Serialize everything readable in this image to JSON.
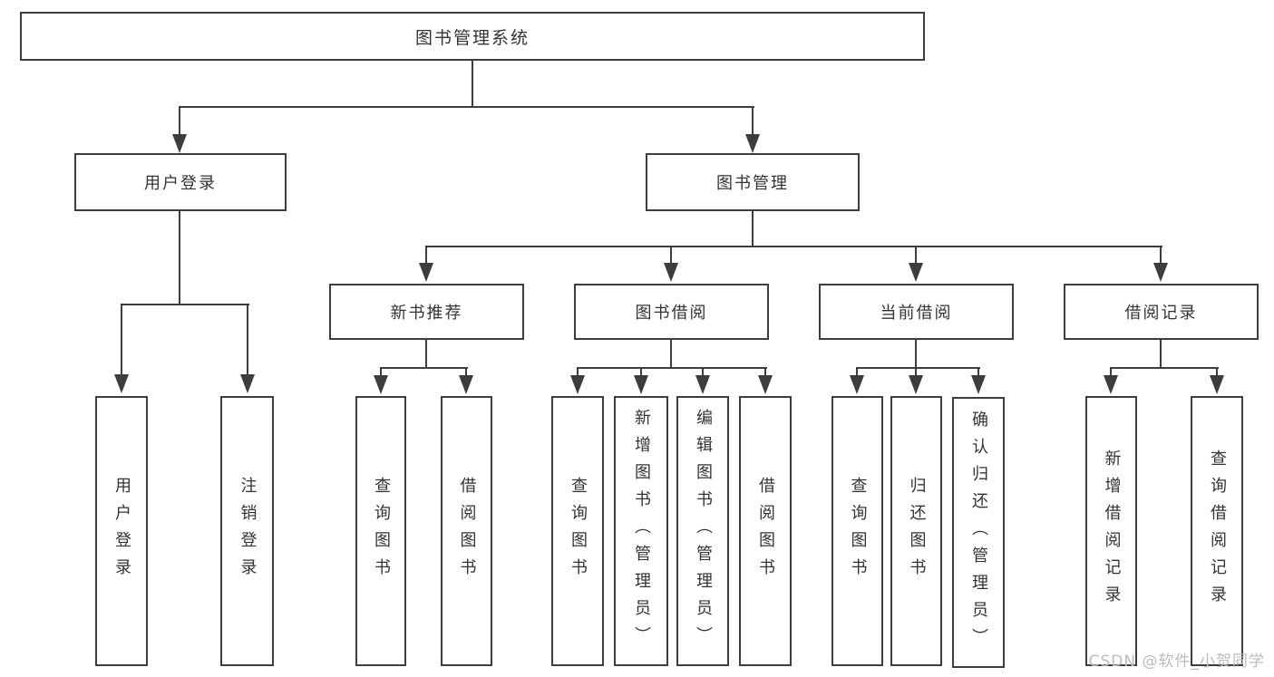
{
  "tree": {
    "root": "图书管理系统",
    "branches": [
      {
        "label": "用户登录",
        "children": [
          "用户登录",
          "注销登录"
        ]
      },
      {
        "label": "图书管理",
        "groups": [
          {
            "label": "新书推荐",
            "children": [
              "查询图书",
              "借阅图书"
            ]
          },
          {
            "label": "图书借阅",
            "children": [
              "查询图书",
              "新增图书（管理员）",
              "编辑图书（管理员）",
              "借阅图书"
            ]
          },
          {
            "label": "当前借阅",
            "children": [
              "查询图书",
              "归还图书",
              "确认归还（管理员）"
            ]
          },
          {
            "label": "借阅记录",
            "children": [
              "新增借阅记录",
              "查询借阅记录"
            ]
          }
        ]
      }
    ]
  },
  "colors": {
    "line": "#3d3d3d",
    "text": "#333333",
    "watermark": "#bcbcbc"
  },
  "watermark": "CSDN @软件_小贺同学"
}
